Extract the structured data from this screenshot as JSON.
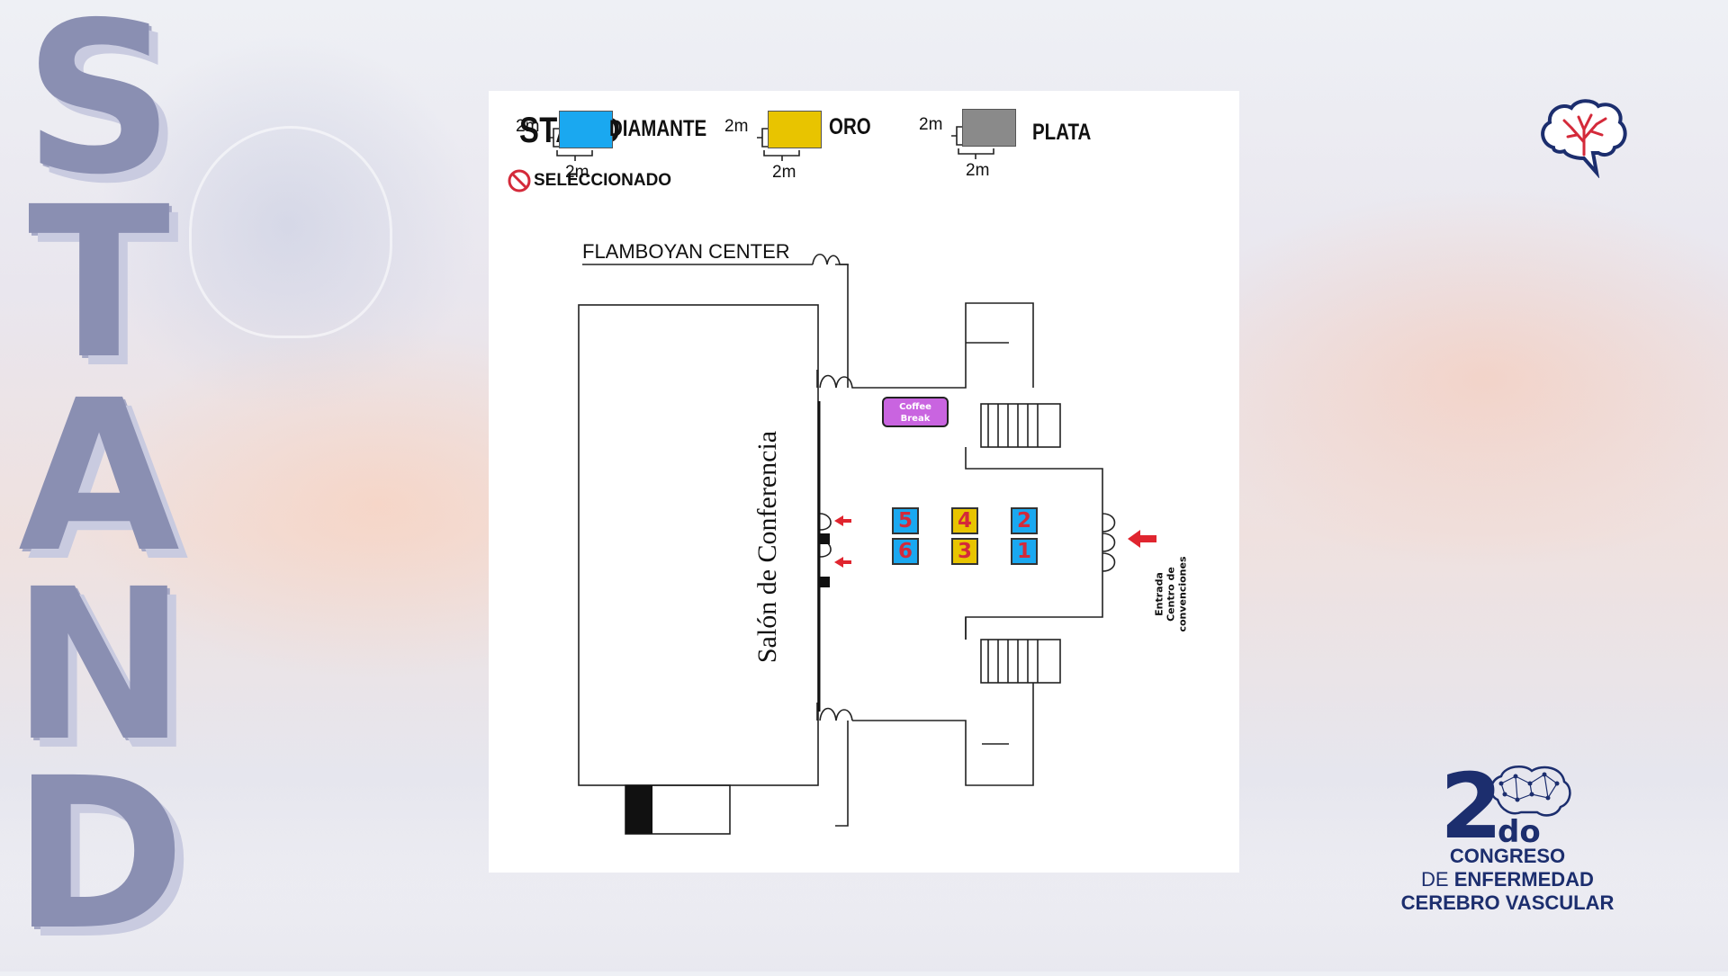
{
  "background_letters": [
    "S",
    "T",
    "A",
    "N",
    "D"
  ],
  "legend": {
    "title": "STAND",
    "tiers": [
      {
        "name": "DIAMANTE",
        "color": "#1aa8f0",
        "width_label": "2m",
        "depth_label": "2m"
      },
      {
        "name": "ORO",
        "color": "#e8c400",
        "width_label": "2m",
        "depth_label": "2m"
      },
      {
        "name": "PLATA",
        "color": "#8a8a8a",
        "width_label": "2m",
        "depth_label": "2m"
      }
    ],
    "selected_label": "SELECCIONADO",
    "selected_icon": "prohibited-icon"
  },
  "floor_plan": {
    "venue_name": "FLAMBOYAN CENTER",
    "hall_label": "Salón de Conferencia",
    "coffee_break": {
      "line1": "Coffee",
      "line2": "Break",
      "color": "#c964e0"
    },
    "entrance": {
      "line1": "Entrada",
      "line2": "Centro de",
      "line3": "convenciones"
    },
    "booths": [
      {
        "number": "5",
        "tier": "DIAMANTE"
      },
      {
        "number": "6",
        "tier": "DIAMANTE"
      },
      {
        "number": "4",
        "tier": "ORO"
      },
      {
        "number": "3",
        "tier": "ORO"
      },
      {
        "number": "2",
        "tier": "DIAMANTE"
      },
      {
        "number": "1",
        "tier": "DIAMANTE"
      }
    ],
    "arrow_color": "#e0252f"
  },
  "logos": {
    "brain_icon": "brain-icon",
    "congress": {
      "number": "2",
      "ordinal": "do",
      "line1": "CONGRESO",
      "line2_light": "DE",
      "line2_bold": "ENFERMEDAD",
      "line3": "CEREBRO VASCULAR",
      "color": "#1c2e6e"
    }
  }
}
